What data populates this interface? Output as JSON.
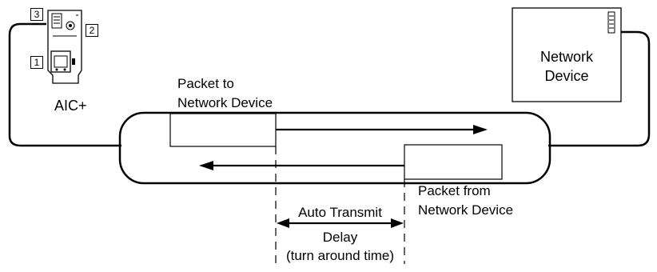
{
  "device_left": {
    "label": "AIC+",
    "callouts": [
      "1",
      "2",
      "3"
    ]
  },
  "device_right": {
    "label_line1": "Network",
    "label_line2": "Device"
  },
  "packet_out": {
    "line1": "Packet to",
    "line2": "Network Device"
  },
  "packet_in": {
    "line1": "Packet from",
    "line2": "Network Device"
  },
  "delay": {
    "line1": "Auto Transmit",
    "line2": "Delay",
    "line3": "(turn around time)"
  },
  "colors": {
    "stroke": "#000000",
    "background": "#ffffff"
  }
}
